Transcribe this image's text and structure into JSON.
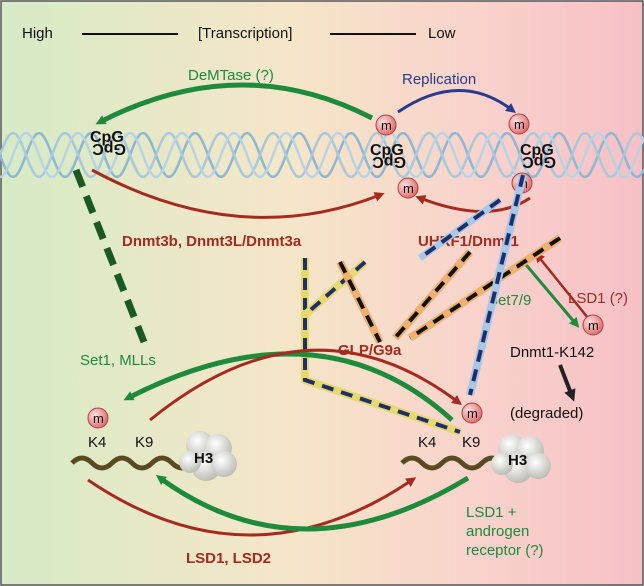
{
  "header": {
    "high": "High",
    "transcription": "[Transcription]",
    "low": "Low"
  },
  "dna": {
    "cpg_left_top": "CpG",
    "cpg_left_bottom": "GpC",
    "cpg_mid_top": "CpG",
    "cpg_mid_bottom": "GpC",
    "cpg_right_top": "CpG",
    "cpg_right_bottom": "GpC",
    "methyl_mark": "m"
  },
  "labels": {
    "demtase": "DeMTase (?)",
    "replication": "Replication",
    "dnmt3": "Dnmt3b,  Dnmt3L/Dnmt3a",
    "uhrf1": "UHRF1/Dnmt1",
    "set79": "Set7/9",
    "lsd1_q": "LSD1 (?)",
    "dnmt1_k142": "Dnmt1-K142",
    "degraded": "(degraded)",
    "glp_g9a": "GLP/G9a",
    "set1_mlls": "Set1, MLLs",
    "lsd1_lsd2": "LSD1, LSD2",
    "lsd1_plus": "LSD1 +",
    "androgen": "androgen",
    "receptor": "receptor (?)"
  },
  "histones": {
    "left": {
      "k4": "K4",
      "k9": "K9",
      "h3": "H3"
    },
    "right": {
      "k4": "K4",
      "k9": "K9",
      "h3": "H3"
    }
  },
  "colors": {
    "green_arrow": "#1e8a3c",
    "red_arrow": "#a52a20",
    "blue_arrow": "#2a3a8c",
    "methyl_fill": "#f08a8a",
    "background_left": "#d8ecc8",
    "background_right": "#f8c4c8"
  }
}
